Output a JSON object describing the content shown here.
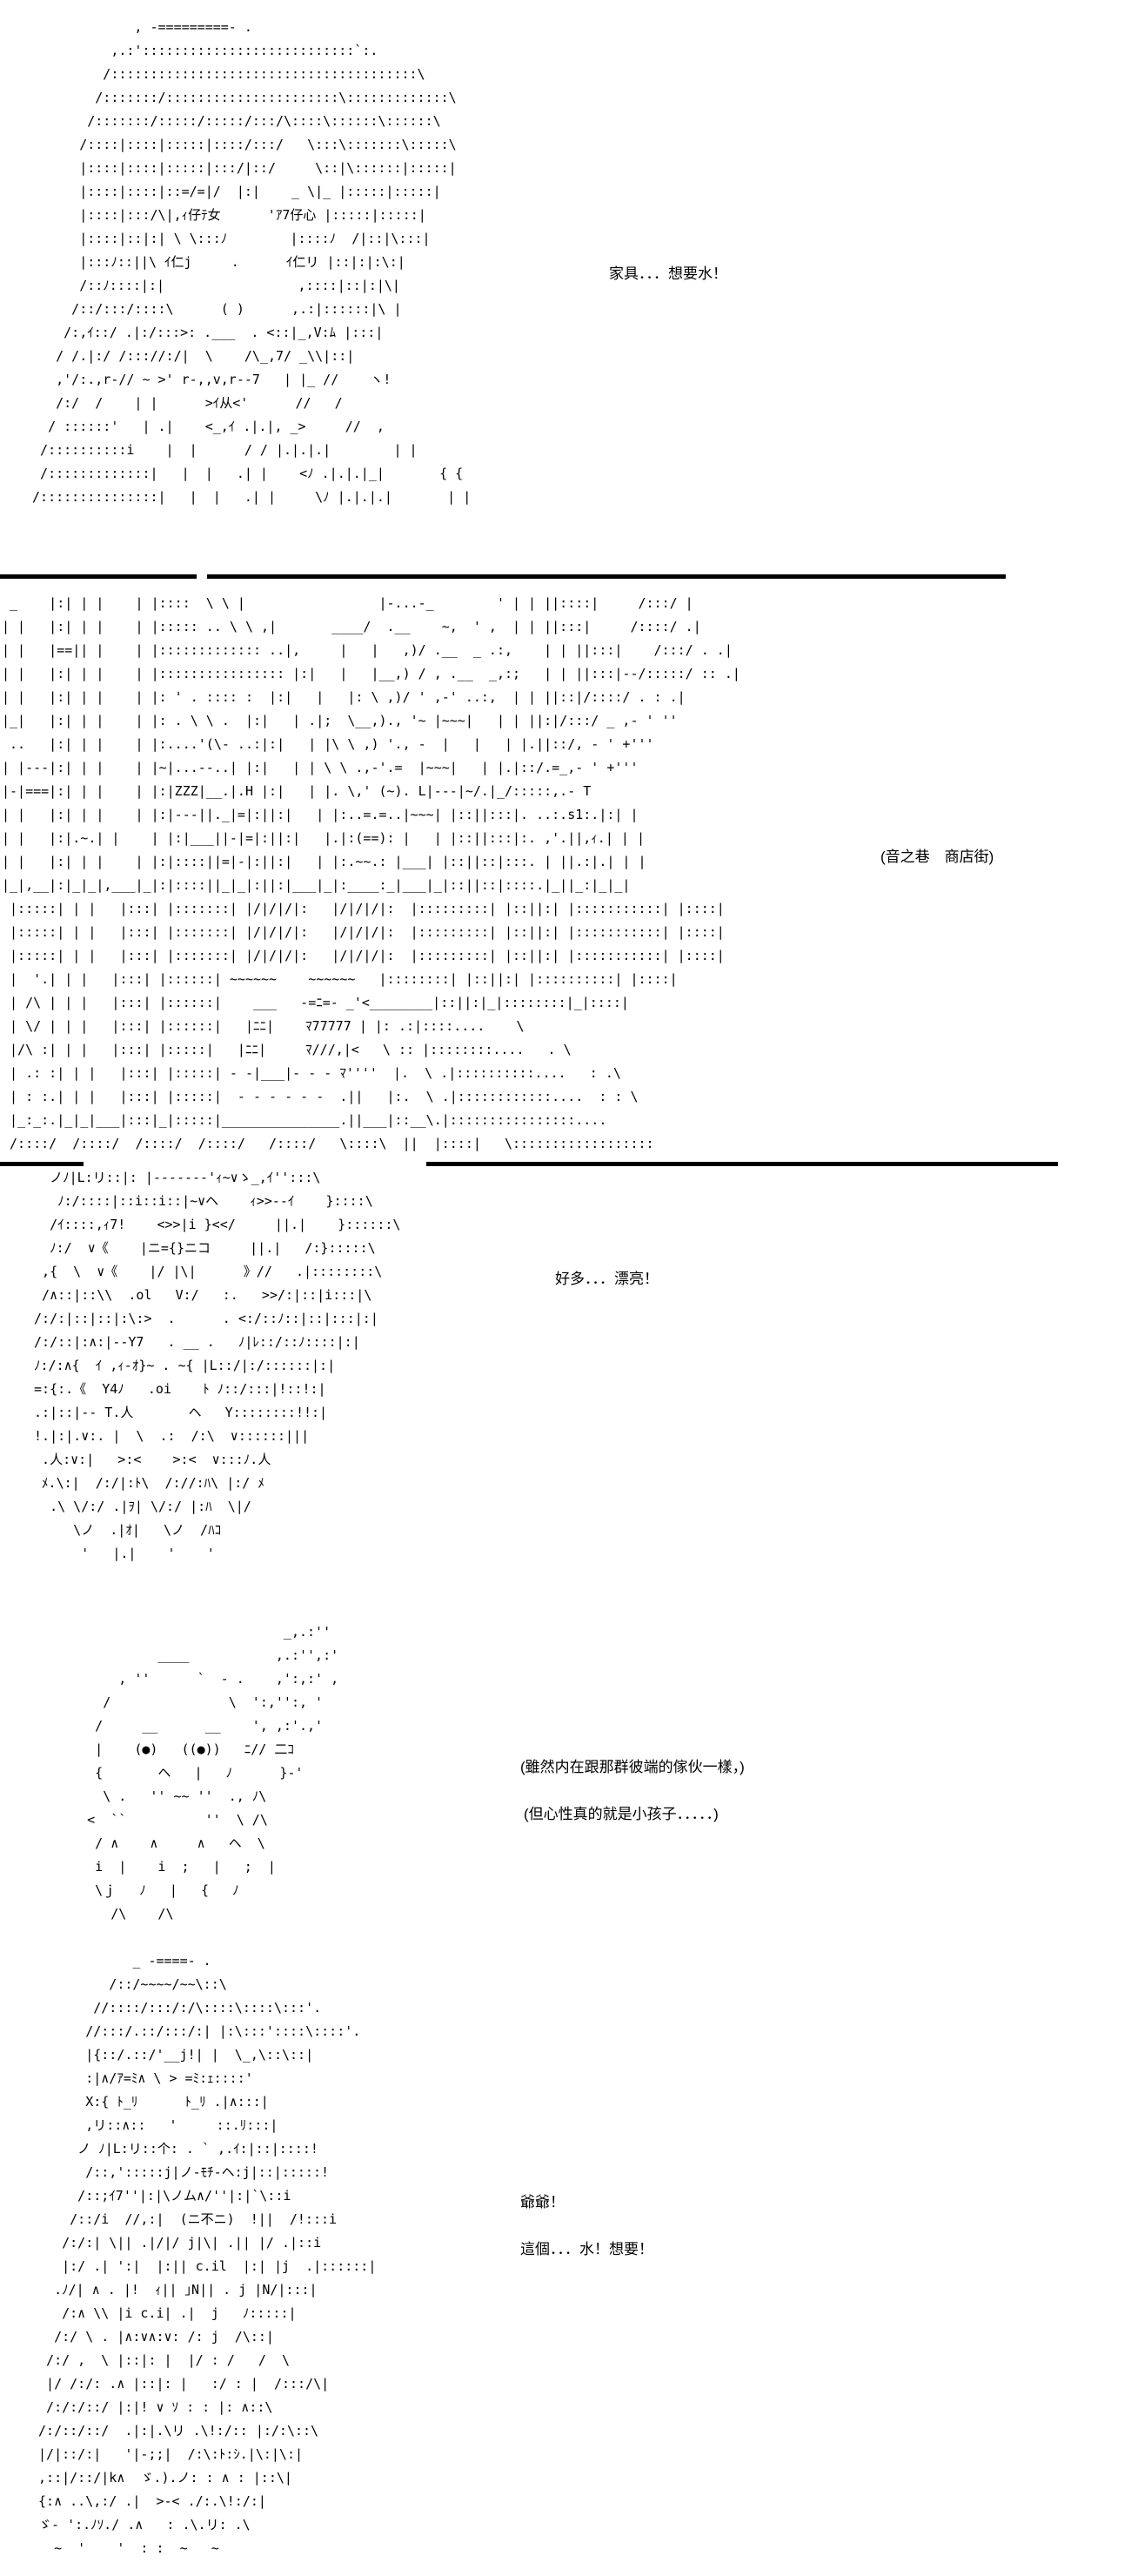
{
  "page": {
    "background_color": "#ffffff",
    "ink_color": "#000000"
  },
  "dialogue": {
    "d1": "家具．．．想要水！",
    "d2": "(音之巷　商店街)",
    "d3": "好多．．．漂亮！",
    "d4a": "(雖然内在跟那群彼端的傢伙一樣，)",
    "d4b": "(但心性真的就是小孩子．．．．．)",
    "d5a": "爺爺！",
    "d5b": "這個．．．水！想要！"
  },
  "ascii_art": {
    "scene1_girl_portrait": [
      "              , -=========- .",
      "           ,.:':::::::::::::::::::::::::::`:.",
      "          /:::::::::::::::::::::::::::::::::::::::\\",
      "         /:::::::/::::::::::::::::::::::\\:::::::::::::\\",
      "        /:::::::/:::::/:::::/:::/\\::::\\::::::\\::::::\\",
      "       /::::|::::|:::::|::::/:::/   \\:::\\:::::::\\:::::\\",
      "       |::::|::::|:::::|:::/|::/     \\::|\\::::::|:::::|",
      "       |::::|::::|::=/=|/  |:|    _ \\|_ |:::::|:::::|",
      "       |::::|:::/\\|,ｨ仔ﾃ女      'ｱ7仔心 |:::::|:::::|",
      "       |::::|::|:| \\ \\:::ﾉ        |::::ﾉ  /|::|\\:::|",
      "       |:::ﾉ::||\\ ｲ仁j     .      ｲ仁リ |::|:|:\\:|",
      "       /::ﾉ::::|:|                 ,::::|::|:|\\|",
      "      /::/:::/::::\\      ( )      ,.:|::::::|\\ |",
      "     /:,ｲ::/ .|:/:::>: .___  . <::|_,V:ﾑ |:::|",
      "    / /.|:/ /::://:/|  \\    /\\_,7/ _\\\\|::|",
      "    ,'/:.,r-// ~ >' r-,,v,r--7   | |_ //    ヽ!",
      "    /:/  /    | |      >ｲ从<'      //   /",
      "   / ::::::'   | .|    <_,ｲ .|.|, _>     //  ,",
      "  /::::::::::i    |  |      / / |.|.|.|        | |",
      "  /:::::::::::::|   |  |   .| |    <ﾉ .|.|.|_|       { {",
      " /:::::::::::::::|   |  |   .| |     \\ﾉ |.|.|.|       | |"
    ],
    "scene2_street_scene": [
      " _    |:| | |    | |::::  \\ \\ |                 |-...-_        ' | | ||::::|     /:::/ |",
      "| |   |:| | |    | |::::: .. \\ \\ ,|       ____/  .__    ~,  ' ,  | | ||:::|     /::::/ .|",
      "| |   |==|| |    | |::::::::::::: ..|,     |   |   ,)/ .__  _ .:,    | | ||:::|    /:::/ . .|",
      "| |   |:| | |    | |:::::::::::::::: |:|   |   |__,) / , .__  _,:;   | | ||:::|--/:::::/ :: .|",
      "| |   |:| | |    | |: ' . :::: :  |:|   |   |: \\ ,)/ ' ,-' ..:,  | | ||::|/::::/ . : .|",
      "|_|   |:| | |    | |: . \\ \\ .  |:|   | .|;  \\__,)., '~ |~~~|   | | ||:|/:::/ _ ,- ' ''",
      " ..   |:| | |    | |:....'(\\- ..:|:|   | |\\ \\ ,) '., -  |   |   | |.||::/, - ' +''' ",
      "| |---|:| | |    | |~|...--..| |:|   | | \\ \\ .,-'.=  |~~~|   | |.|::/.=_,- ' +''' ",
      "|-|===|:| | |    | |:|ZZZ|__.|.H |:|   | |. \\,' (~). L|---|~/.|_/:::::,.- T",
      "| |   |:| | |    | |:|---||._|=|:||:|   | |:..=.=..|~~~| |::||:::|. ..:.s1:.|:| |",
      "| |   |:|.~.| |    | |:|___||-|=|:||:|   |.|:(==): |   | |::||:::|:. ,'.||,ｨ.| | |",
      "| |   |:| | |    | |:|::::||=|-|:||:|   | |:.~~.: |___| |::||::|:::. | ||.:|.| | |",
      "|_|,__|:|_|_|,___|_|:|::::||_|_|:||:|___|_|:____:_|___|_|::||::|::::.|_||_:|_|_|",
      " |:::::| | |   |:::| |:::::::| |/|/|/|:   |/|/|/|:  |:::::::::| |::||:| |:::::::::::| |::::|",
      " |:::::| | |   |:::| |:::::::| |/|/|/|:   |/|/|/|:  |:::::::::| |::||:| |:::::::::::| |::::|",
      " |:::::| | |   |:::| |:::::::| |/|/|/|:   |/|/|/|:  |:::::::::| |::||:| |:::::::::::| |::::|",
      " |  '.| | |   |:::| |::::::| ~~~~~~    ~~~~~~   |::::::::| |::||:| |::::::::::| |::::|",
      " | /\\ | | |   |:::| |::::::|    ___   -=ﾆ=- _'<________|::||:|_|::::::::|_|::::|",
      " | \\/ | | |   |:::| |::::::|   |ﾆﾆ|    ﾏ77777 | |: .:|::::....    \\",
      " |/\\ :| | |   |:::| |:::::|   |ﾆﾆ|     ﾏ///,|<   \\ :: |::::::::....   . \\",
      " | .: :| | |   |:::| |:::::| - -|___|- - - ﾏ''''  |.  \\ .|::::::::::....   : .\\",
      " | : :.| | |   |:::| |:::::|  - - - - - -  .||   |:.  \\ .|::::::::::::....  : : \\",
      " |_:_:.|_|_|___|:::|_|:::::|_______________.||___|::__\\.|::::::::::::::::....",
      " /::::/  /::::/  /::::/  /::::/   /::::/   \\::::\\  ||  |::::|   \\::::::::::::::::::"
    ],
    "scene3_girl_dress": [
      "   ノﾉ|L:リ::|: |-------'ｨ~∨ゝ_,ｲ'':::\\",
      "    ﾉ:/::::|::i::i::|~∨ヘ    ｨ>>--ｲ    }::::\\",
      "   /ｲ::::,ｨ7!    <>>|i }<</     ||.|    }::::::\\",
      "   ﾉ:/  ∨《    |ニ={}ニコ     ||.|   /:}:::::\\",
      "  ,{  \\  ∨《    |/ |\\|      》//   .|::::::::\\",
      "  /∧::|::\\\\  .ol   V:/   :.   >>/:|::|i:::|\\",
      " /:/:|::|::|:\\:>  .      . <:/::ﾉ::|::|:::|:|",
      " /:/::|:∧:|--Y7   . __ .   ﾉ|ﾚ::/::ﾉ::::|:|",
      " ﾉ:/:∧{  ｲ ,ｨ-ｵ}~ . ~{ |L::/|:/::::::|:|",
      " =:{:.《  Y4ﾉ   .oi    ﾄ ﾉ::/:::|!::!:|",
      " .:|::|-- T.人       ヘ   Y::::::::!!:|",
      " !.|:|.∨:. |  \\  .:  /:\\  ∨::::::|||",
      "  .人:∨:|   >:<    >:<  ∨:::ﾉ.人",
      "  ﾒ.\\:|  /:/|:ﾄ\\  /://:ﾊ\\ |:/ ﾒ",
      "   .\\ \\/:/ .|ｦ| \\/:/ |:ﾊ  \\|/",
      "      \\ノ  .|ｵ|   \\ノ  /ﾊｺ",
      "       '   |.|    '    '"
    ],
    "scene4_chibi": [
      "                              _,.:''",
      "              ____           ,.:'',:'",
      "         , ''      `  - .    ,':,:' ,",
      "       /               \\  ':,'':, '",
      "      /     __      __    ', ,:'.,'",
      "      |    (●)   ((●))   ﾆ// 二ｺ",
      "      {       ヘ   |   ﾉ      }-'",
      "       \\ .   '' ~~ ''  ., ﾉ\\",
      "     <  ``          ''  \\ /\\",
      "      / ∧    ∧     ∧   ヘ  \\",
      "      i  |    i  ;   |   ;  |",
      "      \\ｊ   ﾉ   |   {   ﾉ",
      "        /\\    /\\"
    ],
    "scene5_girl_fullbody": [
      "             _ -====- .",
      "          /::/~~~~/~~\\::\\",
      "        //::::/:::/:/\\::::\\::::\\:::'.",
      "       //:::/.::/:::/:| |:\\:::'::::\\::::'.",
      "       |{::/.::/'__j!| |  \\_,\\::\\::|",
      "       :|∧/ｱ=ﾐ∧ \\ > =ﾐ:ｪ::::'",
      "       X:{ ﾄ_ﾘ      ﾄ_ﾘ .|∧:::|",
      "       ,リ::∧::   '     ::.ﾘ:::|",
      "      ノ ﾉ|L:リ::个: . ` ,.ｲ:|::|::::!",
      "       /::,':::::j|ノ-ﾓﾁ-ヘ:j|::|:::::!",
      "      /::;ｲ7''|:|\\ノム∧/''|:|`\\::i",
      "     /::/i  //,:|  (ニ不ニ)  !||  /!:::i",
      "    /:/:| \\|| .|/|/ j|\\| .|| |/ .|::i",
      "    |:/ .| ':|  |:|| c.il  |:| |j  .|::::::|",
      "   .ﾉ/| ∧ . |!  ｨ|| ｣N|| . j |N/|:::|",
      "    /:∧ \\\\ |i c.i| .|  j   ﾉ:::::|",
      "   /:/ \\ . |∧:∨∧:∨: /: j  /\\::|",
      "  /:/ ,  \\ |::|: |  |/ : /   /  \\",
      "  |/ /:/: .∧ |::|: |   :/ : |  /:::/\\|",
      "  /:/:/::/ |:|! ∨ ｿ : : |: ∧::\\",
      " /:/::/::/  .|:|.\\リ .\\!:/:: |:/:\\::\\",
      " |/|::/:|   '|-;;|  /:\\:ﾄ:ｼ.|\\:|\\:|",
      " ,::|/::/|k∧  ゞ.).ノ: : ∧ : |::\\|",
      " {:∧ ..\\,:/ .|  >-< ./:.\\!:/:|",
      " ゞ- ':.ﾉｿ./ .∧   : .\\.リ: .\\",
      "   ~  '    '  : :  ~   ~"
    ]
  }
}
